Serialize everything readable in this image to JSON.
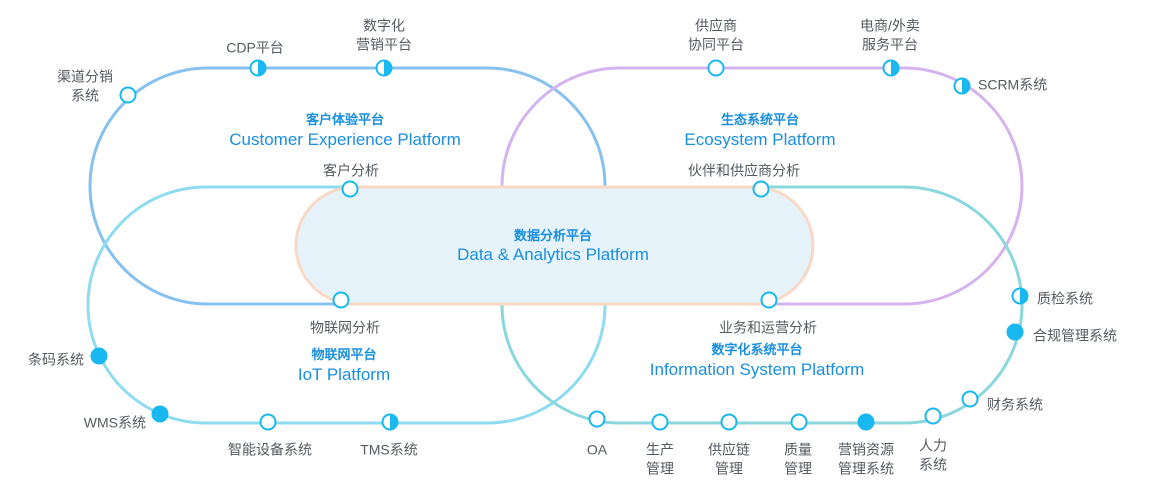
{
  "platforms": {
    "customer": {
      "zh": "客户体验平台",
      "en": "Customer Experience Platform"
    },
    "eco": {
      "zh": "生态系统平台",
      "en": "Ecosystem Platform"
    },
    "data": {
      "zh": "数据分析平台",
      "en": "Data & Analytics Platform"
    },
    "iot": {
      "zh": "物联网平台",
      "en": "IoT Platform"
    },
    "info": {
      "zh": "数字化系统平台",
      "en": "Information System Platform"
    }
  },
  "nodes": {
    "cdp": {
      "lines": [
        "CDP平台"
      ],
      "state": "half"
    },
    "marketing": {
      "lines": [
        "数字化",
        "营销平台"
      ],
      "state": "half"
    },
    "channel": {
      "lines": [
        "渠道分销",
        "系统"
      ],
      "state": "empty"
    },
    "supplier": {
      "lines": [
        "供应商",
        "协同平台"
      ],
      "state": "empty"
    },
    "ecommerce": {
      "lines": [
        "电商/外卖",
        "服务平台"
      ],
      "state": "half"
    },
    "scrm": {
      "lines": [
        "SCRM系统"
      ],
      "state": "half"
    },
    "customer_analysis": {
      "lines": [
        "客户分析"
      ],
      "state": "empty"
    },
    "partner_analysis": {
      "lines": [
        "伙伴和供应商分析"
      ],
      "state": "empty"
    },
    "iot_analysis": {
      "lines": [
        "物联网分析"
      ],
      "state": "empty"
    },
    "ops_analysis": {
      "lines": [
        "业务和运营分析"
      ],
      "state": "empty"
    },
    "quality_check": {
      "lines": [
        "质检系统"
      ],
      "state": "half"
    },
    "compliance": {
      "lines": [
        "合规管理系统"
      ],
      "state": "full"
    },
    "finance": {
      "lines": [
        "财务系统"
      ],
      "state": "empty"
    },
    "barcode": {
      "lines": [
        "条码系统"
      ],
      "state": "full"
    },
    "wms": {
      "lines": [
        "WMS系统"
      ],
      "state": "full"
    },
    "smart_device": {
      "lines": [
        "智能设备系统"
      ],
      "state": "empty"
    },
    "tms": {
      "lines": [
        "TMS系统"
      ],
      "state": "half"
    },
    "oa": {
      "lines": [
        "OA"
      ],
      "state": "empty"
    },
    "production": {
      "lines": [
        "生产",
        "管理"
      ],
      "state": "empty"
    },
    "supply_chain": {
      "lines": [
        "供应链",
        "管理"
      ],
      "state": "empty"
    },
    "quality": {
      "lines": [
        "质量",
        "管理"
      ],
      "state": "empty"
    },
    "marketing_resource": {
      "lines": [
        "营销资源",
        "管理系统"
      ],
      "state": "full"
    },
    "hr": {
      "lines": [
        "人力",
        "系统"
      ],
      "state": "empty"
    }
  },
  "colors": {
    "customer_track": "#86c1ef",
    "eco_track": "#d4b4ee",
    "iot_track": "#8fdcf0",
    "info_track": "#8ad8de",
    "data_fill": "#e6f3fb",
    "data_stroke": "#f8d9c6",
    "node": "#19b8f0",
    "title": "#1a8fe0",
    "label": "#555a60"
  }
}
